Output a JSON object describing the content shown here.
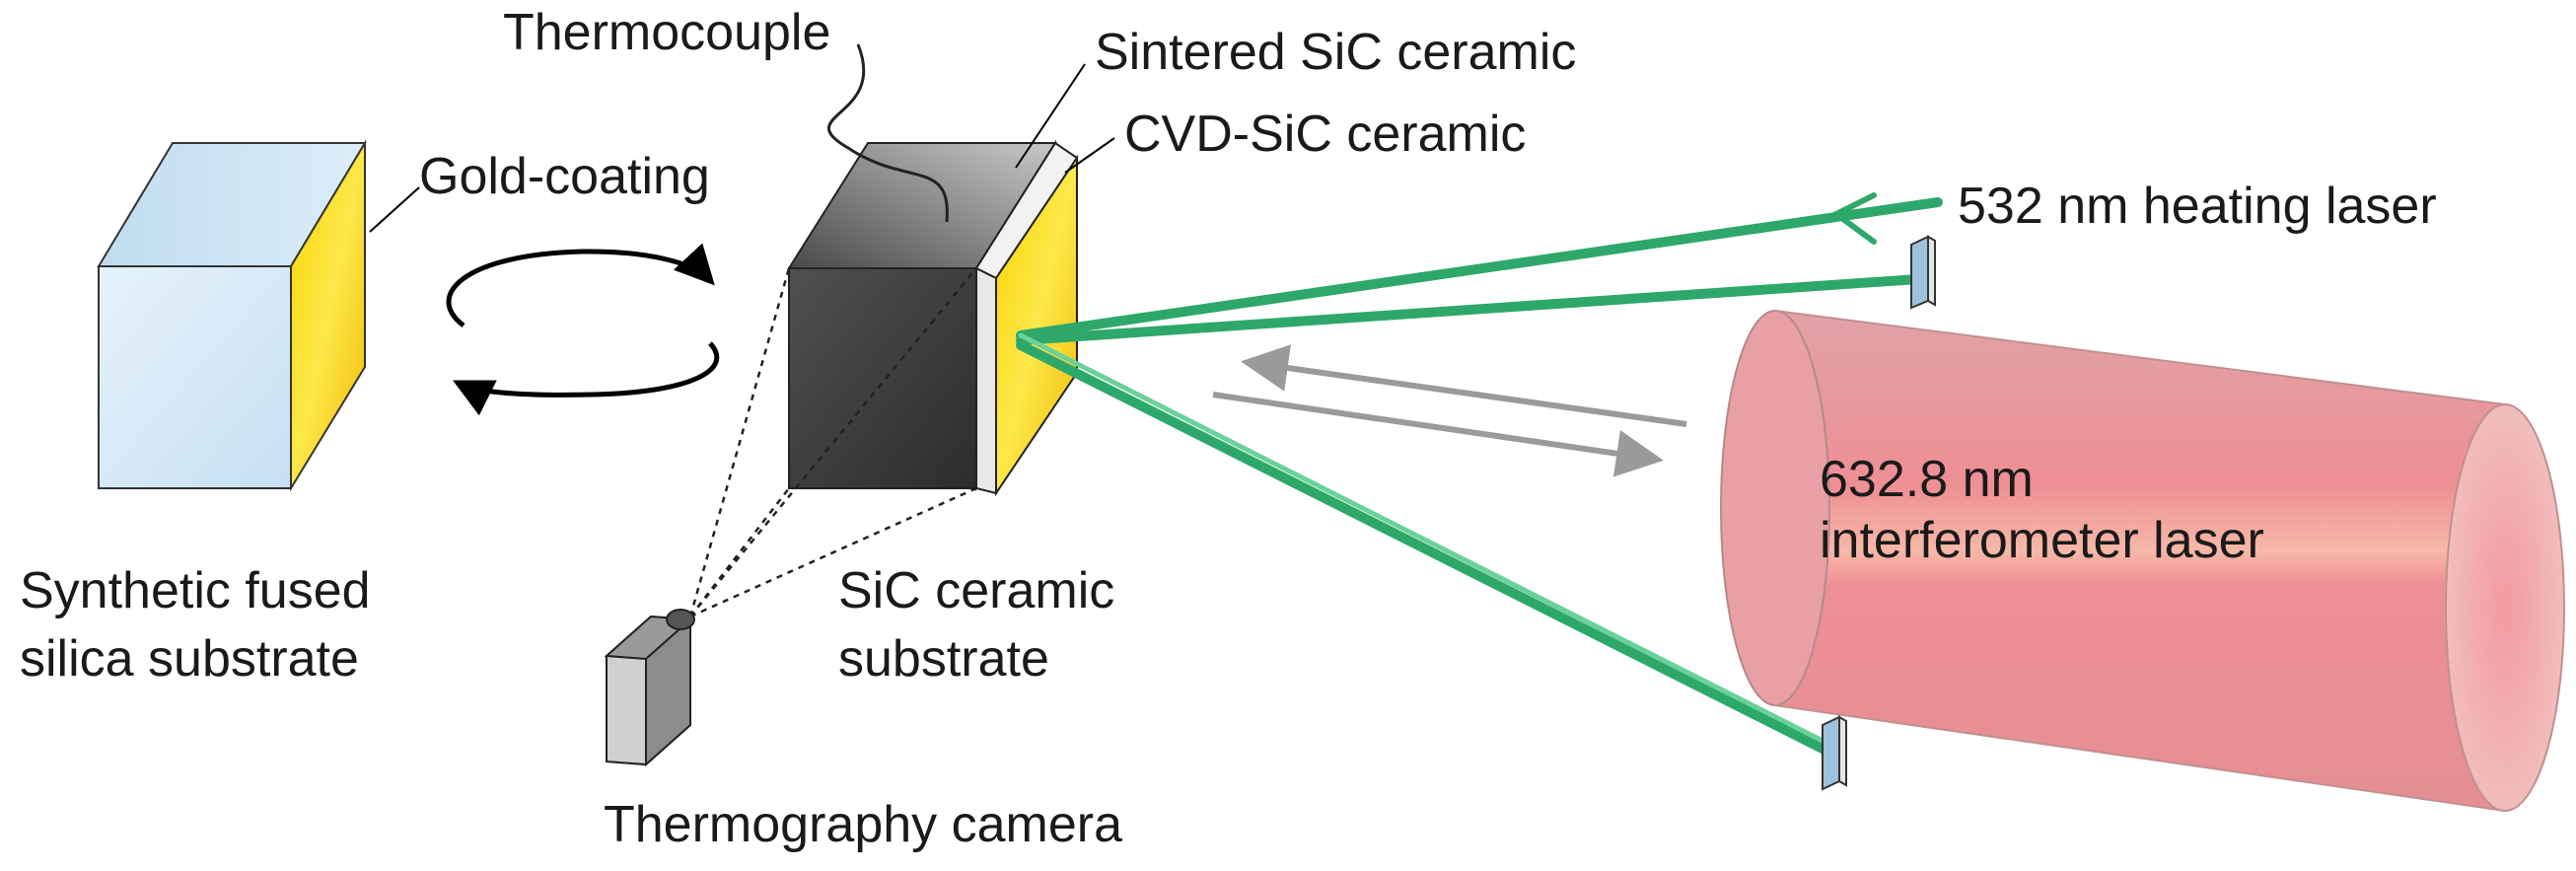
{
  "labels": {
    "thermocouple": "Thermocouple",
    "sintered_sic": "Sintered SiC ceramic",
    "cvd_sic": "CVD-SiC ceramic",
    "gold_coating": "Gold-coating",
    "heating_laser": "532 nm heating laser",
    "interferometer_line1": "632.8 nm",
    "interferometer_line2": "interferometer laser",
    "fused_silica_line1": "Synthetic fused",
    "fused_silica_line2": "silica substrate",
    "sic_substrate_line1": "SiC ceramic",
    "sic_substrate_line2": "substrate",
    "camera": "Thermography camera"
  },
  "colors": {
    "gold": "#f5c800",
    "laser_green": "#2ea86a",
    "interferometer_red": "#e88a8e",
    "silica_blue": "#cfe6f4",
    "sic_dark": "#3a3a3a",
    "arrow_gray": "#9a9a9a"
  }
}
